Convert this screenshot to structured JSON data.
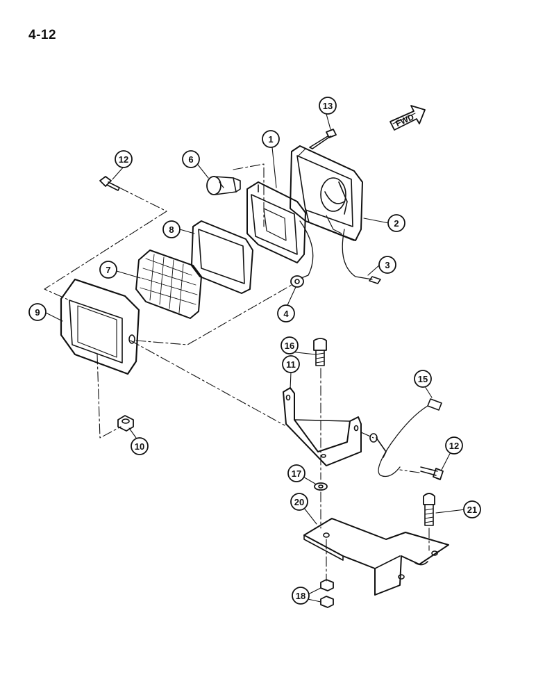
{
  "page": {
    "number": "4-12"
  },
  "direction_arrow": {
    "label": "FWD"
  },
  "callouts": [
    {
      "id": "1",
      "label": "1"
    },
    {
      "id": "2",
      "label": "2"
    },
    {
      "id": "3",
      "label": "3"
    },
    {
      "id": "4",
      "label": "4"
    },
    {
      "id": "6",
      "label": "6"
    },
    {
      "id": "7",
      "label": "7"
    },
    {
      "id": "8",
      "label": "8"
    },
    {
      "id": "9",
      "label": "9"
    },
    {
      "id": "10",
      "label": "10"
    },
    {
      "id": "11",
      "label": "11"
    },
    {
      "id": "12a",
      "label": "12"
    },
    {
      "id": "12b",
      "label": "12"
    },
    {
      "id": "13",
      "label": "13"
    },
    {
      "id": "15",
      "label": "15"
    },
    {
      "id": "16",
      "label": "16"
    },
    {
      "id": "17",
      "label": "17"
    },
    {
      "id": "18",
      "label": "18"
    },
    {
      "id": "20",
      "label": "20"
    },
    {
      "id": "21",
      "label": "21"
    }
  ],
  "colors": {
    "ink": "#111111",
    "paper": "#ffffff"
  }
}
